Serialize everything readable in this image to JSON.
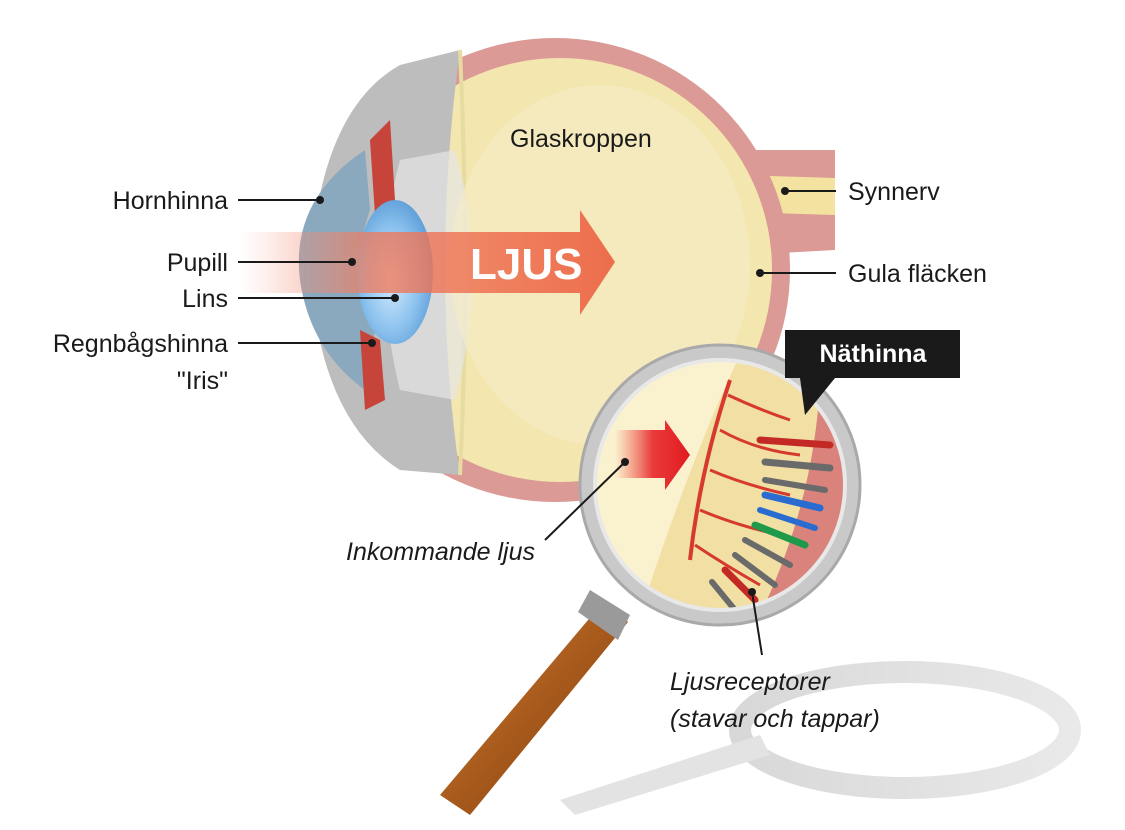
{
  "labels": {
    "glaskroppen": "Glaskroppen",
    "hornhinna": "Hornhinna",
    "pupill": "Pupill",
    "lins": "Lins",
    "regnbagshinna": "Regnbågshinna",
    "iris": "\"Iris\"",
    "synnerv": "Synnerv",
    "gula_flacken": "Gula fläcken",
    "ljus": "LJUS",
    "nathinna": "Näthinna",
    "inkommande_ljus": "Inkommande ljus",
    "ljusreceptorer_line1": "Ljusreceptorer",
    "ljusreceptorer_line2": "(stavar och tappar)"
  },
  "colors": {
    "sclera": "#dc9a96",
    "vitreous": "#f3e6ae",
    "lens": "#7fb6e6",
    "cornea": "#8aa9bf",
    "iris": "#c7443a",
    "light_arrow": "#ee6a4e",
    "nerve": "#f4e2a0",
    "magnifier_rim": "#b8b8b8",
    "handle": "#b5651d",
    "receptor_blue": "#2a6bd0",
    "receptor_green": "#1f9a4a",
    "receptor_red": "#c42a25",
    "receptor_gray": "#6a6a6a"
  }
}
